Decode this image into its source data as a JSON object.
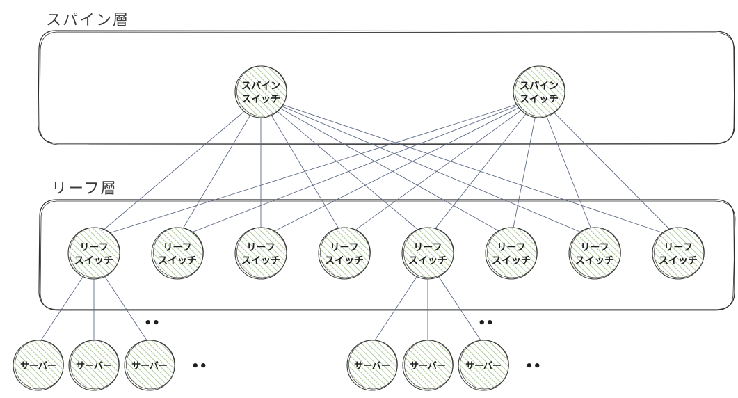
{
  "layers": {
    "spine_label": "スパイン層",
    "leaf_label": "リーフ層"
  },
  "spine_switches": [
    {
      "line1": "スパイン",
      "line2": "スイッチ"
    },
    {
      "line1": "スパイン",
      "line2": "スイッチ"
    }
  ],
  "leaf_switches": [
    {
      "line1": "リーフ",
      "line2": "スイッチ"
    },
    {
      "line1": "リーフ",
      "line2": "スイッチ"
    },
    {
      "line1": "リーフ",
      "line2": "スイッチ"
    },
    {
      "line1": "リーフ",
      "line2": "スイッチ"
    },
    {
      "line1": "リーフ",
      "line2": "スイッチ"
    },
    {
      "line1": "リーフ",
      "line2": "スイッチ"
    },
    {
      "line1": "リーフ",
      "line2": "スイッチ"
    },
    {
      "line1": "リーフ",
      "line2": "スイッチ"
    }
  ],
  "server_groups": [
    {
      "leaf_index": 0,
      "servers": [
        "サーバー",
        "サーバー",
        "サーバー"
      ],
      "branch_ellipsis": "••",
      "row_ellipsis": "••"
    },
    {
      "leaf_index": 4,
      "servers": [
        "サーバー",
        "サーバー",
        "サーバー"
      ],
      "branch_ellipsis": "••",
      "row_ellipsis": "••"
    }
  ],
  "colors": {
    "node_fill": "#9fbf86",
    "node_stroke": "#3a3a3a",
    "link": "#5d6b86",
    "box_stroke": "#2f2f2f"
  }
}
